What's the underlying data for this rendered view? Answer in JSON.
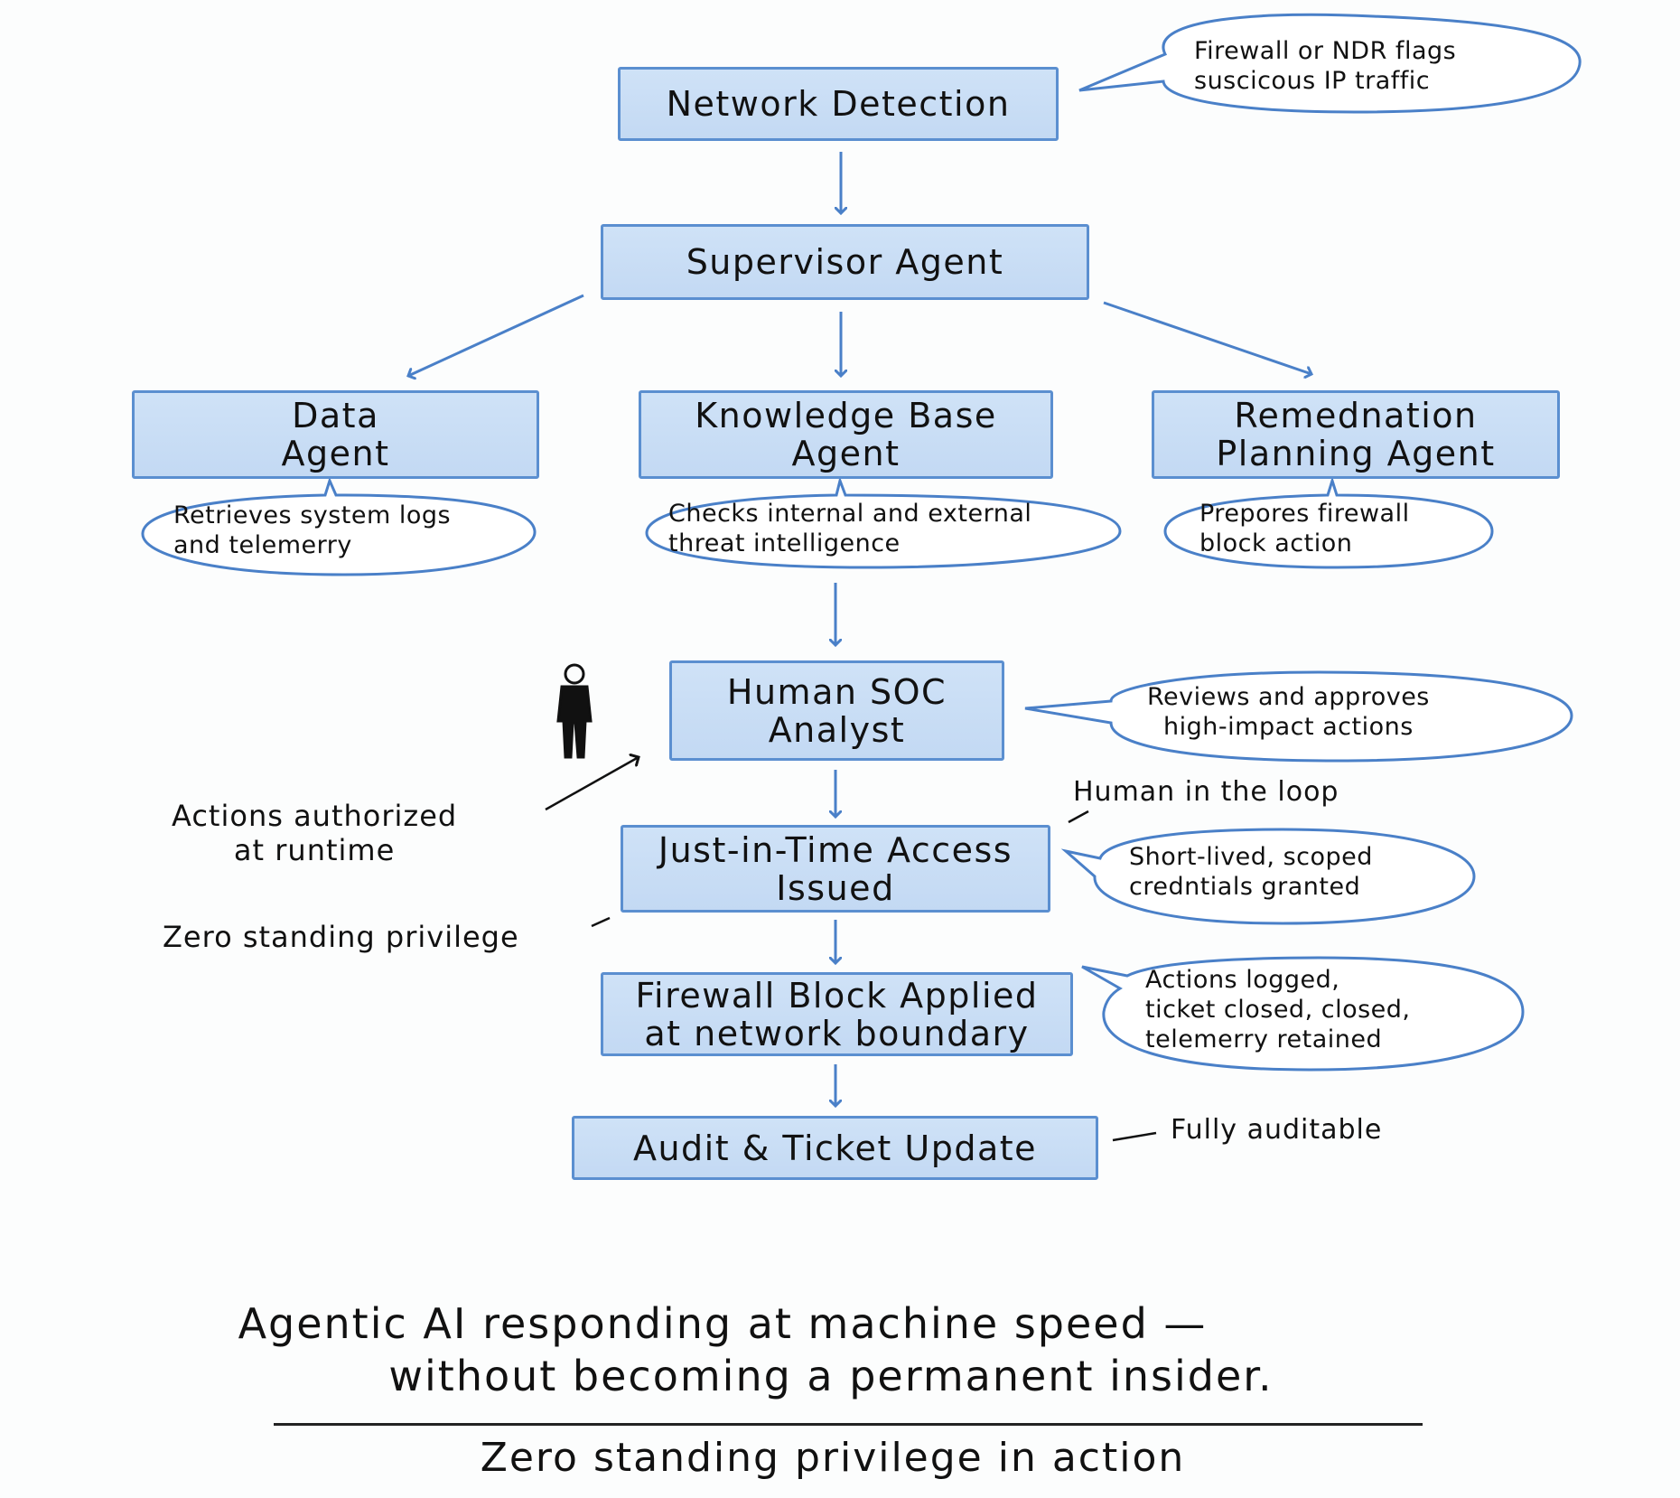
{
  "diagram": {
    "nodes": {
      "network_detection": "Network Detection",
      "supervisor": "Supervisor Agent",
      "data_agent": "Data\nAgent",
      "kb_agent": "Knowledge Base\nAgent",
      "remediation": "Remednation\nPlanning Agent",
      "human_soc": "Human SOC\nAnalyst",
      "jit_access": "Just-in-Time Access\nIssued",
      "firewall_block": "Firewall Block Applied\nat network boundary",
      "audit": "Audit & Ticket Update"
    },
    "bubbles": {
      "network_detection": "Firewall or NDR flags\nsuscicous IP traffic",
      "data_agent": "Retrieves system logs\nand telemerry",
      "kb_agent": "Checks internal and external\nthreat intelligence",
      "remediation": "Prepores firewall\nblock action",
      "human_soc": "Reviews and approves\nhigh-impact actions",
      "jit_access": "Short-lived, scoped\ncredntials granted",
      "firewall_block": "Actions logged,\nticket closed, closed,\ntelemerry retained"
    },
    "notes": {
      "actions_authorized": "Actions authorized\nat runtime",
      "human_in_loop": "Human in the loop",
      "zero_standing": "Zero standing privilege",
      "fully_auditable": "Fully auditable"
    },
    "tagline": {
      "line1": "Agentic AI responding at machine speed —",
      "line2": "without becoming a permanent insider.",
      "subtitle": "Zero standing privilege in action"
    },
    "colors": {
      "box_fill": "#c9ddf5",
      "box_border": "#5b8fd0",
      "arrow": "#4a80c8",
      "text": "#111111"
    }
  }
}
